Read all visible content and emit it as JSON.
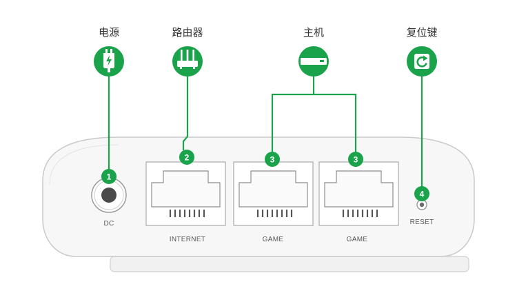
{
  "colors": {
    "accent": "#1aa34a",
    "device_fill": "#f6f6f6",
    "device_stroke": "#c9c9c9"
  },
  "top_labels": {
    "power": "电源",
    "router": "路由器",
    "console": "主机",
    "reset_key": "复位键"
  },
  "icons": {
    "power": "plug-charging-icon",
    "router": "router-antenna-icon",
    "console": "game-console-icon",
    "reset_key": "refresh-icon"
  },
  "port_labels": {
    "dc": "DC",
    "internet": "INTERNET",
    "game1": "GAME",
    "game2": "GAME",
    "reset": "RESET"
  },
  "badges": [
    "1",
    "2",
    "3",
    "3",
    "4"
  ]
}
